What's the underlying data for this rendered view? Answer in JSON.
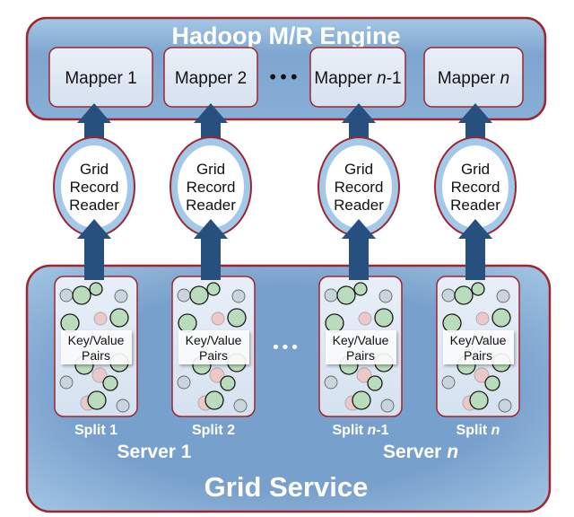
{
  "engine": {
    "title": "Hadoop M/R Engine",
    "mappers": [
      {
        "prefix": "Mapper ",
        "suffix": "1",
        "italic": false
      },
      {
        "prefix": "Mapper ",
        "suffix": "2",
        "italic": false
      },
      {
        "prefix": "Mapper ",
        "suffix": "n",
        "tail": "-1",
        "italic": true
      },
      {
        "prefix": "Mapper ",
        "suffix": "n",
        "italic": true
      }
    ],
    "ellipsis": "•••"
  },
  "readers": [
    {
      "lines": [
        "Grid",
        "Record",
        "Reader"
      ]
    },
    {
      "lines": [
        "Grid",
        "Record",
        "Reader"
      ]
    },
    {
      "lines": [
        "Grid",
        "Record",
        "Reader"
      ]
    },
    {
      "lines": [
        "Grid",
        "Record",
        "Reader"
      ]
    }
  ],
  "grid_service": {
    "title": "Grid Service",
    "ellipsis": "•••",
    "splits": [
      {
        "prefix": "Split ",
        "suffix": "1",
        "tail": "",
        "italic": false,
        "label_line1": "Key/Value",
        "label_line2": "Pairs"
      },
      {
        "prefix": "Split ",
        "suffix": "2",
        "tail": "",
        "italic": false,
        "label_line1": "Key/Value",
        "label_line2": "Pairs"
      },
      {
        "prefix": "Split ",
        "suffix": "n",
        "tail": "-1",
        "italic": true,
        "label_line1": "Key/Value",
        "label_line2": "Pairs"
      },
      {
        "prefix": "Split ",
        "suffix": "n",
        "tail": "",
        "italic": true,
        "label_line1": "Key/Value",
        "label_line2": "Pairs"
      }
    ],
    "servers": [
      {
        "prefix": "Server ",
        "suffix": "1",
        "italic": false
      },
      {
        "prefix": "Server ",
        "suffix": "n",
        "italic": true
      }
    ]
  },
  "colors": {
    "box_border": "#a0262e",
    "box_fill_dark": "#78a0cc",
    "box_fill_light": "#a9cbe8",
    "inner_fill": "#dfe8f3",
    "arrow": "#27507e",
    "reader_ring": "#a3c9ea",
    "circle_green": "#b9dcbc",
    "circle_gray": "#c8d5dc",
    "circle_pink": "#ecc9c8"
  }
}
